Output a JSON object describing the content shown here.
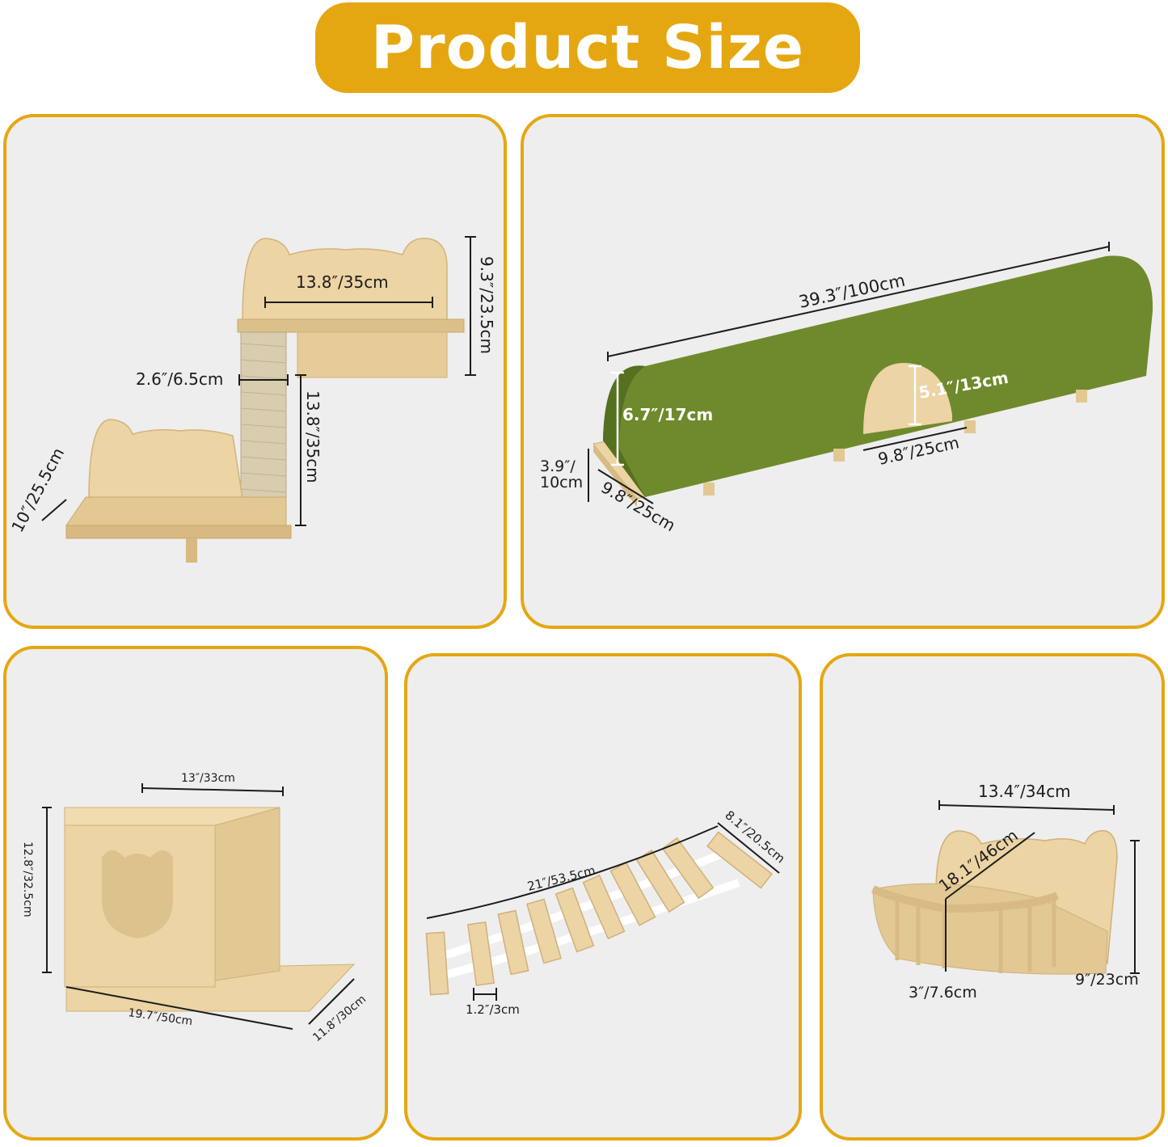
{
  "header": {
    "title": "Product Size"
  },
  "colors": {
    "accent": "#e5a711",
    "panel_bg": "#eeeeee",
    "wood": "#ecd4a4",
    "felt": "#6f8a2c"
  },
  "panels": {
    "shelf": {
      "width_top": "13.8″/35cm",
      "height_top": "9.3″/23.5cm",
      "post_diameter": "2.6″/6.5cm",
      "post_height": "13.8″/35cm",
      "depth": "10″/25.5cm"
    },
    "tunnel": {
      "length": "39.3″/100cm",
      "inner_height": "6.7″/17cm",
      "hole_height": "5.1″/13cm",
      "hole_width": "9.8″/25cm",
      "base_height_line1": "3.9″/",
      "base_height_line2": "10cm",
      "base_width": "9.8″/25cm"
    },
    "house": {
      "width": "13″/33cm",
      "height": "12.8″/32.5cm",
      "length": "19.7″/50cm",
      "depth": "11.8″/30cm"
    },
    "bridge": {
      "length": "21″/53.5cm",
      "width": "8.1″/20.5cm",
      "gap": "1.2″/3cm"
    },
    "bed": {
      "width": "13.4″/34cm",
      "diagonal": "18.1″/46cm",
      "rail_height": "3″/7.6cm",
      "height": "9″/23cm"
    }
  }
}
